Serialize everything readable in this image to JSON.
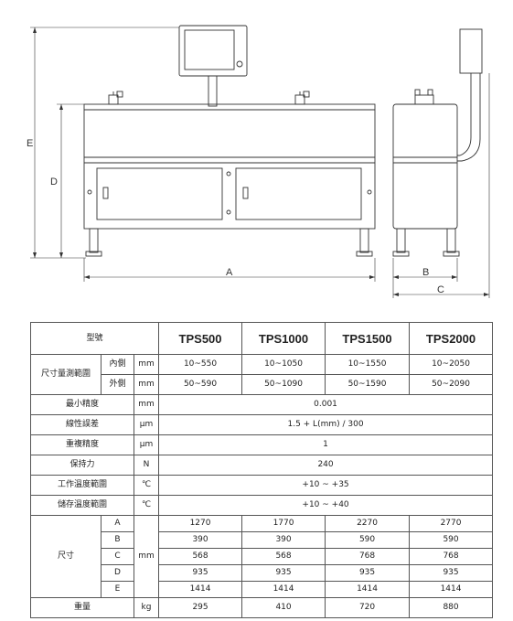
{
  "drawing": {
    "dim_labels": {
      "A": "A",
      "B": "B",
      "C": "C",
      "D": "D",
      "E": "E"
    }
  },
  "table": {
    "model_label": "型號",
    "models": [
      "TPS500",
      "TPS1000",
      "TPS1500",
      "TPS2000"
    ],
    "range_label": "尺寸量測範圍",
    "inner_label": "內側",
    "outer_label": "外側",
    "unit_mm": "mm",
    "inner_values": [
      "10~550",
      "10~1050",
      "10~1550",
      "10~2050"
    ],
    "outer_values": [
      "50~590",
      "50~1090",
      "50~1590",
      "50~2090"
    ],
    "min_res_label": "最小精度",
    "min_res_unit": "mm",
    "min_res_value": "0.001",
    "linearity_label": "線性誤差",
    "linearity_unit": "μm",
    "linearity_value": "1.5 + L(mm) / 300",
    "repeat_label": "重複精度",
    "repeat_unit": "μm",
    "repeat_value": "1",
    "force_label": "保持力",
    "force_unit": "N",
    "force_value": "240",
    "op_temp_label": "工作溫度範圍",
    "op_temp_unit": "℃",
    "op_temp_value": "+10 ~ +35",
    "st_temp_label": "儲存溫度範圍",
    "st_temp_unit": "℃",
    "st_temp_value": "+10 ~ +40",
    "size_label": "尺寸",
    "size_unit": "mm",
    "size_rows": [
      {
        "key": "A",
        "values": [
          "1270",
          "1770",
          "2270",
          "2770"
        ]
      },
      {
        "key": "B",
        "values": [
          "390",
          "390",
          "590",
          "590"
        ]
      },
      {
        "key": "C",
        "values": [
          "568",
          "568",
          "768",
          "768"
        ]
      },
      {
        "key": "D",
        "values": [
          "935",
          "935",
          "935",
          "935"
        ]
      },
      {
        "key": "E",
        "values": [
          "1414",
          "1414",
          "1414",
          "1414"
        ]
      }
    ],
    "weight_label": "重量",
    "weight_unit": "kg",
    "weight_values": [
      "295",
      "410",
      "720",
      "880"
    ]
  }
}
